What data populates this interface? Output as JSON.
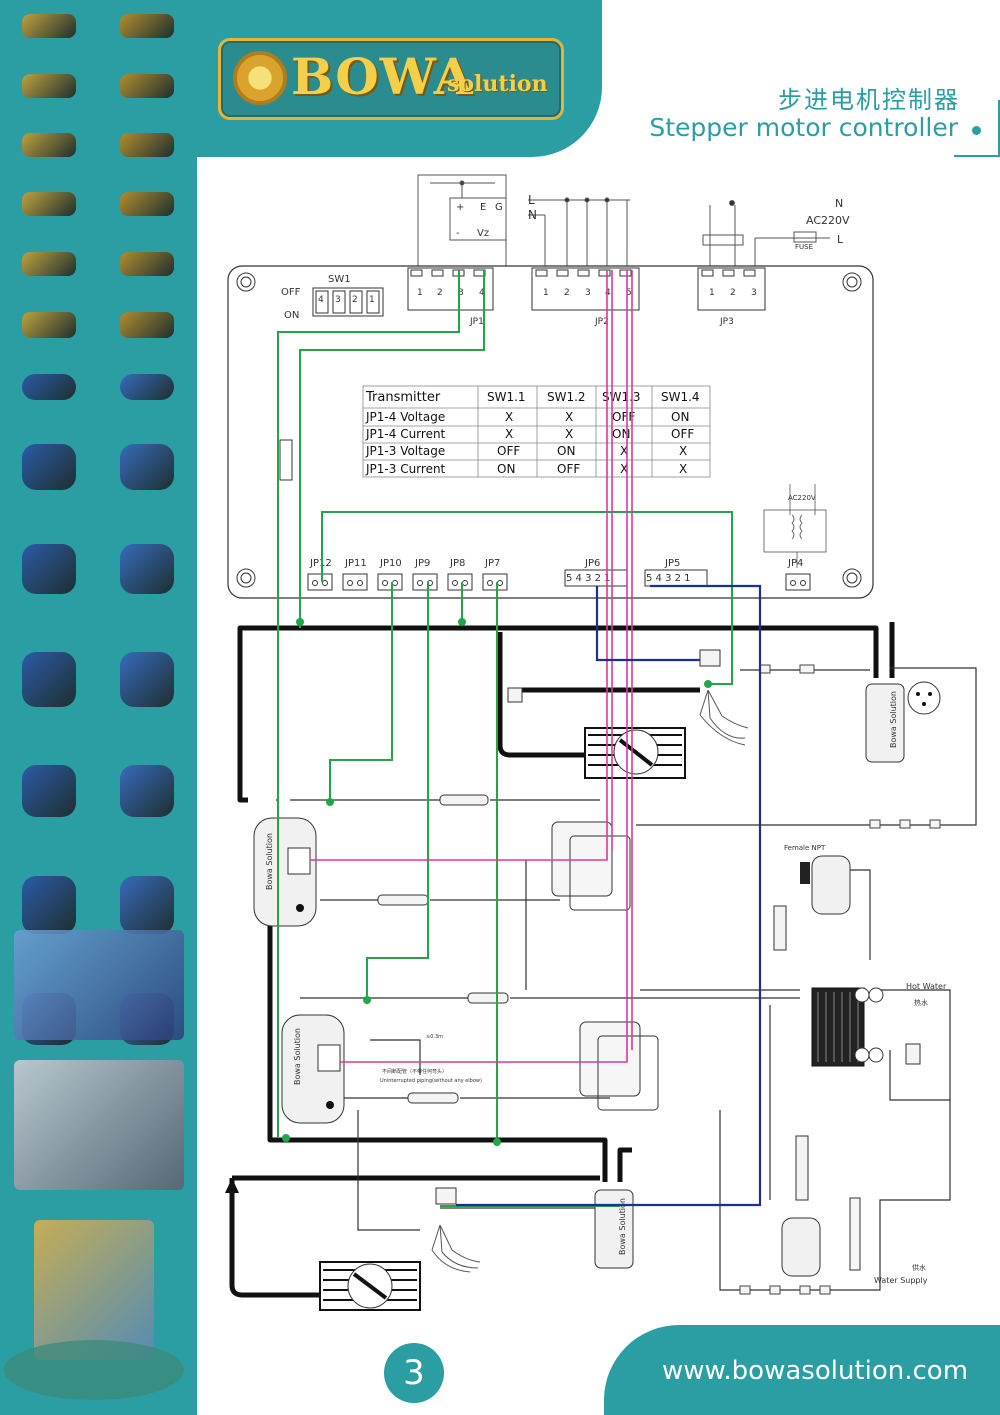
{
  "brand": {
    "logo_word": "BOWA",
    "logo_sub": "solution",
    "website": "www.bowasolution.com",
    "page_number": "3"
  },
  "title": {
    "cn": "步进电机控制器",
    "en": "Stepper motor controller"
  },
  "colors": {
    "teal": "#2a9ea2",
    "gold": "#e4b53a",
    "green_wire": "#22a64a",
    "magenta_wire": "#e0379a",
    "blue_wire": "#1d2f91",
    "pipe": "#111111"
  },
  "sidebar": {
    "products": [
      "brass-valves",
      "brass-valves",
      "gauge-fittings",
      "gauge-fittings",
      "check-valve",
      "ball-valve",
      "ball-valve",
      "ball-valve",
      "sight-glass",
      "sight-glass",
      "service-valve",
      "service-valve",
      "solenoid-valve",
      "solenoid-valve",
      "filter-drier",
      "filter-drier",
      "accumulator",
      "accumulator",
      "receiver",
      "receiver",
      "oil-separator",
      "fan-blower",
      "heat-exchanger",
      "expansion-valve",
      "piping-assembly",
      "heat-pump-unit",
      "container-unit"
    ]
  },
  "power": {
    "n": "N",
    "ac": "AC220V",
    "l": "L",
    "fuse": "FUSE",
    "line_l": "L",
    "line_n": "N",
    "jp1_top": [
      "+",
      "E",
      "G",
      "-",
      "Vz"
    ]
  },
  "board": {
    "sw1": "SW1",
    "off": "OFF",
    "on": "ON",
    "dip": [
      "4",
      "3",
      "2",
      "1"
    ],
    "jp_top": [
      {
        "name": "JP1",
        "pins": [
          "1",
          "2",
          "3",
          "4"
        ]
      },
      {
        "name": "JP2",
        "pins": [
          "1",
          "2",
          "3",
          "4",
          "5"
        ]
      },
      {
        "name": "JP3",
        "pins": [
          "1",
          "2",
          "3"
        ]
      }
    ],
    "jp_bottom": [
      "JP12",
      "JP11",
      "JP10",
      "JP9",
      "JP8",
      "JP7",
      "JP6",
      "JP5",
      "JP4"
    ],
    "jp6_pins": "5 4 3 2 1",
    "jp5_pins": "5 4 3 2 1",
    "jp4_ac": "AC220V",
    "table": {
      "headers": [
        "Transmitter",
        "SW1.1",
        "SW1.2",
        "SW1.3",
        "SW1.4"
      ],
      "rows": [
        [
          "JP1-4 Voltage",
          "X",
          "X",
          "OFF",
          "ON"
        ],
        [
          "JP1-4 Current",
          "X",
          "X",
          "ON",
          "OFF"
        ],
        [
          "JP1-3 Voltage",
          "OFF",
          "ON",
          "X",
          "X"
        ],
        [
          "JP1-3 Current",
          "ON",
          "OFF",
          "X",
          "X"
        ]
      ]
    }
  },
  "labels": {
    "female_npt": "Female NPT",
    "hot_water": "Hot Water",
    "hot_water_cn": "热水",
    "water_supply": "Water Supply",
    "water_supply_cn": "供水",
    "uninterrupted": "Uninterrupted piping(without any elbow)",
    "uninterrupted_cn": "不间断配管（不带任何弯头）",
    "dim": "≥0.3m",
    "bowa_solution": "Bowa Solution"
  }
}
